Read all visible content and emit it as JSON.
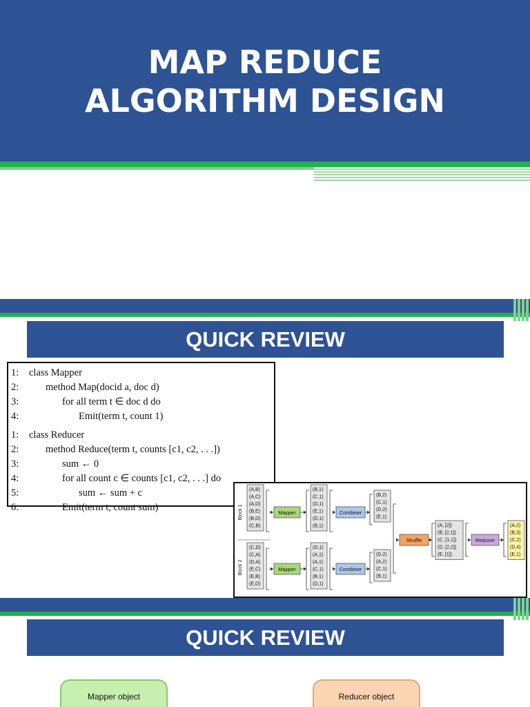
{
  "slide1": {
    "title_line1": "MAP REDUCE",
    "title_line2": "ALGORITHM DESIGN"
  },
  "slide2": {
    "title": "QUICK REVIEW",
    "pseudocode": [
      {
        "num": "1:",
        "text": "class Mapper",
        "indent": 0
      },
      {
        "num": "2:",
        "text": "method Map(docid a, doc d)",
        "indent": 1
      },
      {
        "num": "3:",
        "text": "for all term t ∈ doc d do",
        "indent": 2
      },
      {
        "num": "4:",
        "text": "Emit(term t, count 1)",
        "indent": 3
      },
      {
        "num": "1:",
        "text": "class Reducer",
        "indent": 0
      },
      {
        "num": "2:",
        "text": "method Reduce(term t, counts [c1, c2, . . .])",
        "indent": 1
      },
      {
        "num": "3:",
        "text": "sum ← 0",
        "indent": 2
      },
      {
        "num": "4:",
        "text": "for all count c ∈ counts [c1, c2, . . .] do",
        "indent": 2
      },
      {
        "num": "5:",
        "text": "sum ← sum + c",
        "indent": 3
      },
      {
        "num": "6:",
        "text": "Emit(term t, count sum)",
        "indent": 2
      }
    ],
    "diagram": {
      "block1_label": "Block 1",
      "block2_label": "Block 2",
      "mapper_label": "Mapper",
      "combiner_label": "Combiner",
      "shuffle_label": "Shuffle",
      "reducer_label": "Reducer",
      "block1_input": [
        "(A,B)",
        "(A,C)",
        "(A,D)",
        "(B,E)",
        "(B,D)",
        "(C,B)"
      ],
      "block2_input": [
        "(C,D)",
        "(C,A)",
        "(D,A)",
        "(E,C)",
        "(E,B)",
        "(E,D)"
      ],
      "block1_mapped": [
        "(B,1)",
        "(C,1)",
        "(D,1)",
        "(E,1)",
        "(D,1)",
        "(B,1)"
      ],
      "block2_mapped": [
        "(D,1)",
        "(A,1)",
        "(A,1)",
        "(C,1)",
        "(B,1)",
        "(D,1)"
      ],
      "block1_combined": [
        "(B,2)",
        "(C,1)",
        "(D,2)",
        "(E,1)"
      ],
      "block2_combined": [
        "(D,2)",
        "(A,2)",
        "(C,1)",
        "(B,1)"
      ],
      "shuffled": [
        "(A, [2])",
        "(B, [2,1])",
        "(C, [1,1])",
        "(D, [2,2])",
        "(E, [1])"
      ],
      "reduced": [
        "(A,2)",
        "(B,3)",
        "(C,2)",
        "(D,4)",
        "(E,1)"
      ],
      "colors": {
        "mapper": "#a8d878",
        "combiner": "#a9c8ea",
        "shuffle": "#f5a460",
        "reducer": "#c9a8dc",
        "input": "#e4e4e4",
        "output": "#fdf5a6"
      }
    }
  },
  "slide3": {
    "title": "QUICK REVIEW",
    "mapper_object": "Mapper object",
    "reducer_object": "Reducer object"
  }
}
